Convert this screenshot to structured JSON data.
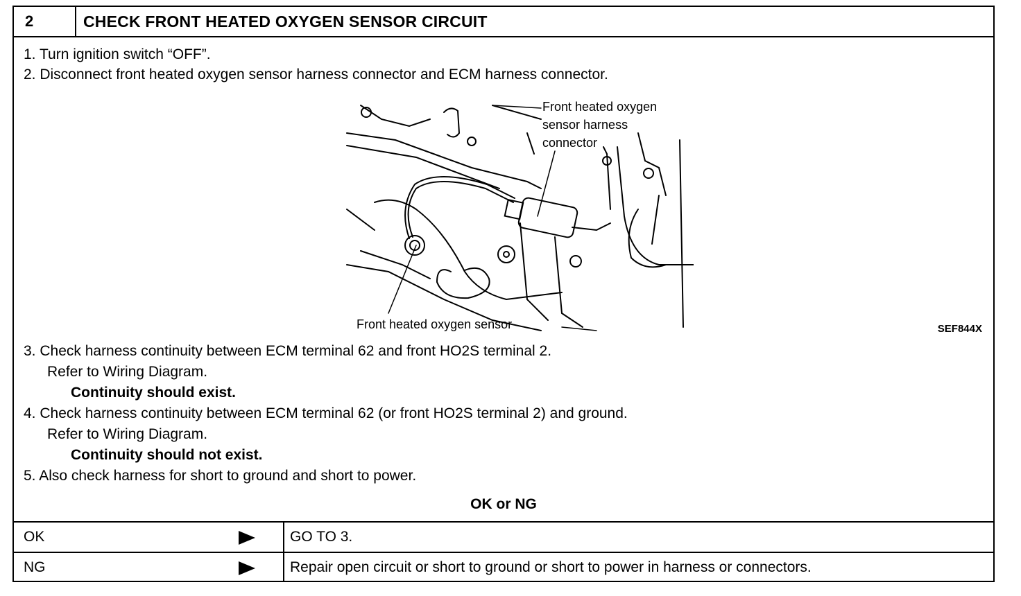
{
  "header": {
    "step_number": "2",
    "title": "CHECK FRONT HEATED OXYGEN SENSOR CIRCUIT"
  },
  "steps": {
    "s1": "1.  Turn ignition switch “OFF”.",
    "s2": "2.  Disconnect front heated oxygen sensor harness connector and ECM harness connector.",
    "s3": "3.  Check harness continuity between ECM terminal 62 and front HO2S terminal 2.",
    "s3_ref": "Refer to Wiring Diagram.",
    "s3_note": "Continuity should exist.",
    "s4": "4.  Check harness continuity between ECM terminal 62 (or front HO2S terminal 2) and ground.",
    "s4_ref": "Refer to Wiring Diagram.",
    "s4_note": "Continuity should not exist.",
    "s5": "5.  Also check harness for short to ground and short to power."
  },
  "figure": {
    "label_connector_l1": "Front heated oxygen",
    "label_connector_l2": "sensor harness",
    "label_connector_l3": "connector",
    "label_sensor": "Front heated oxygen sensor",
    "ref_code": "SEF844X"
  },
  "result": {
    "question": "OK or NG",
    "rows": [
      {
        "label": "OK",
        "action": "GO TO 3."
      },
      {
        "label": "NG",
        "action": "Repair open circuit or short to ground or short to power in harness or connectors."
      }
    ]
  }
}
